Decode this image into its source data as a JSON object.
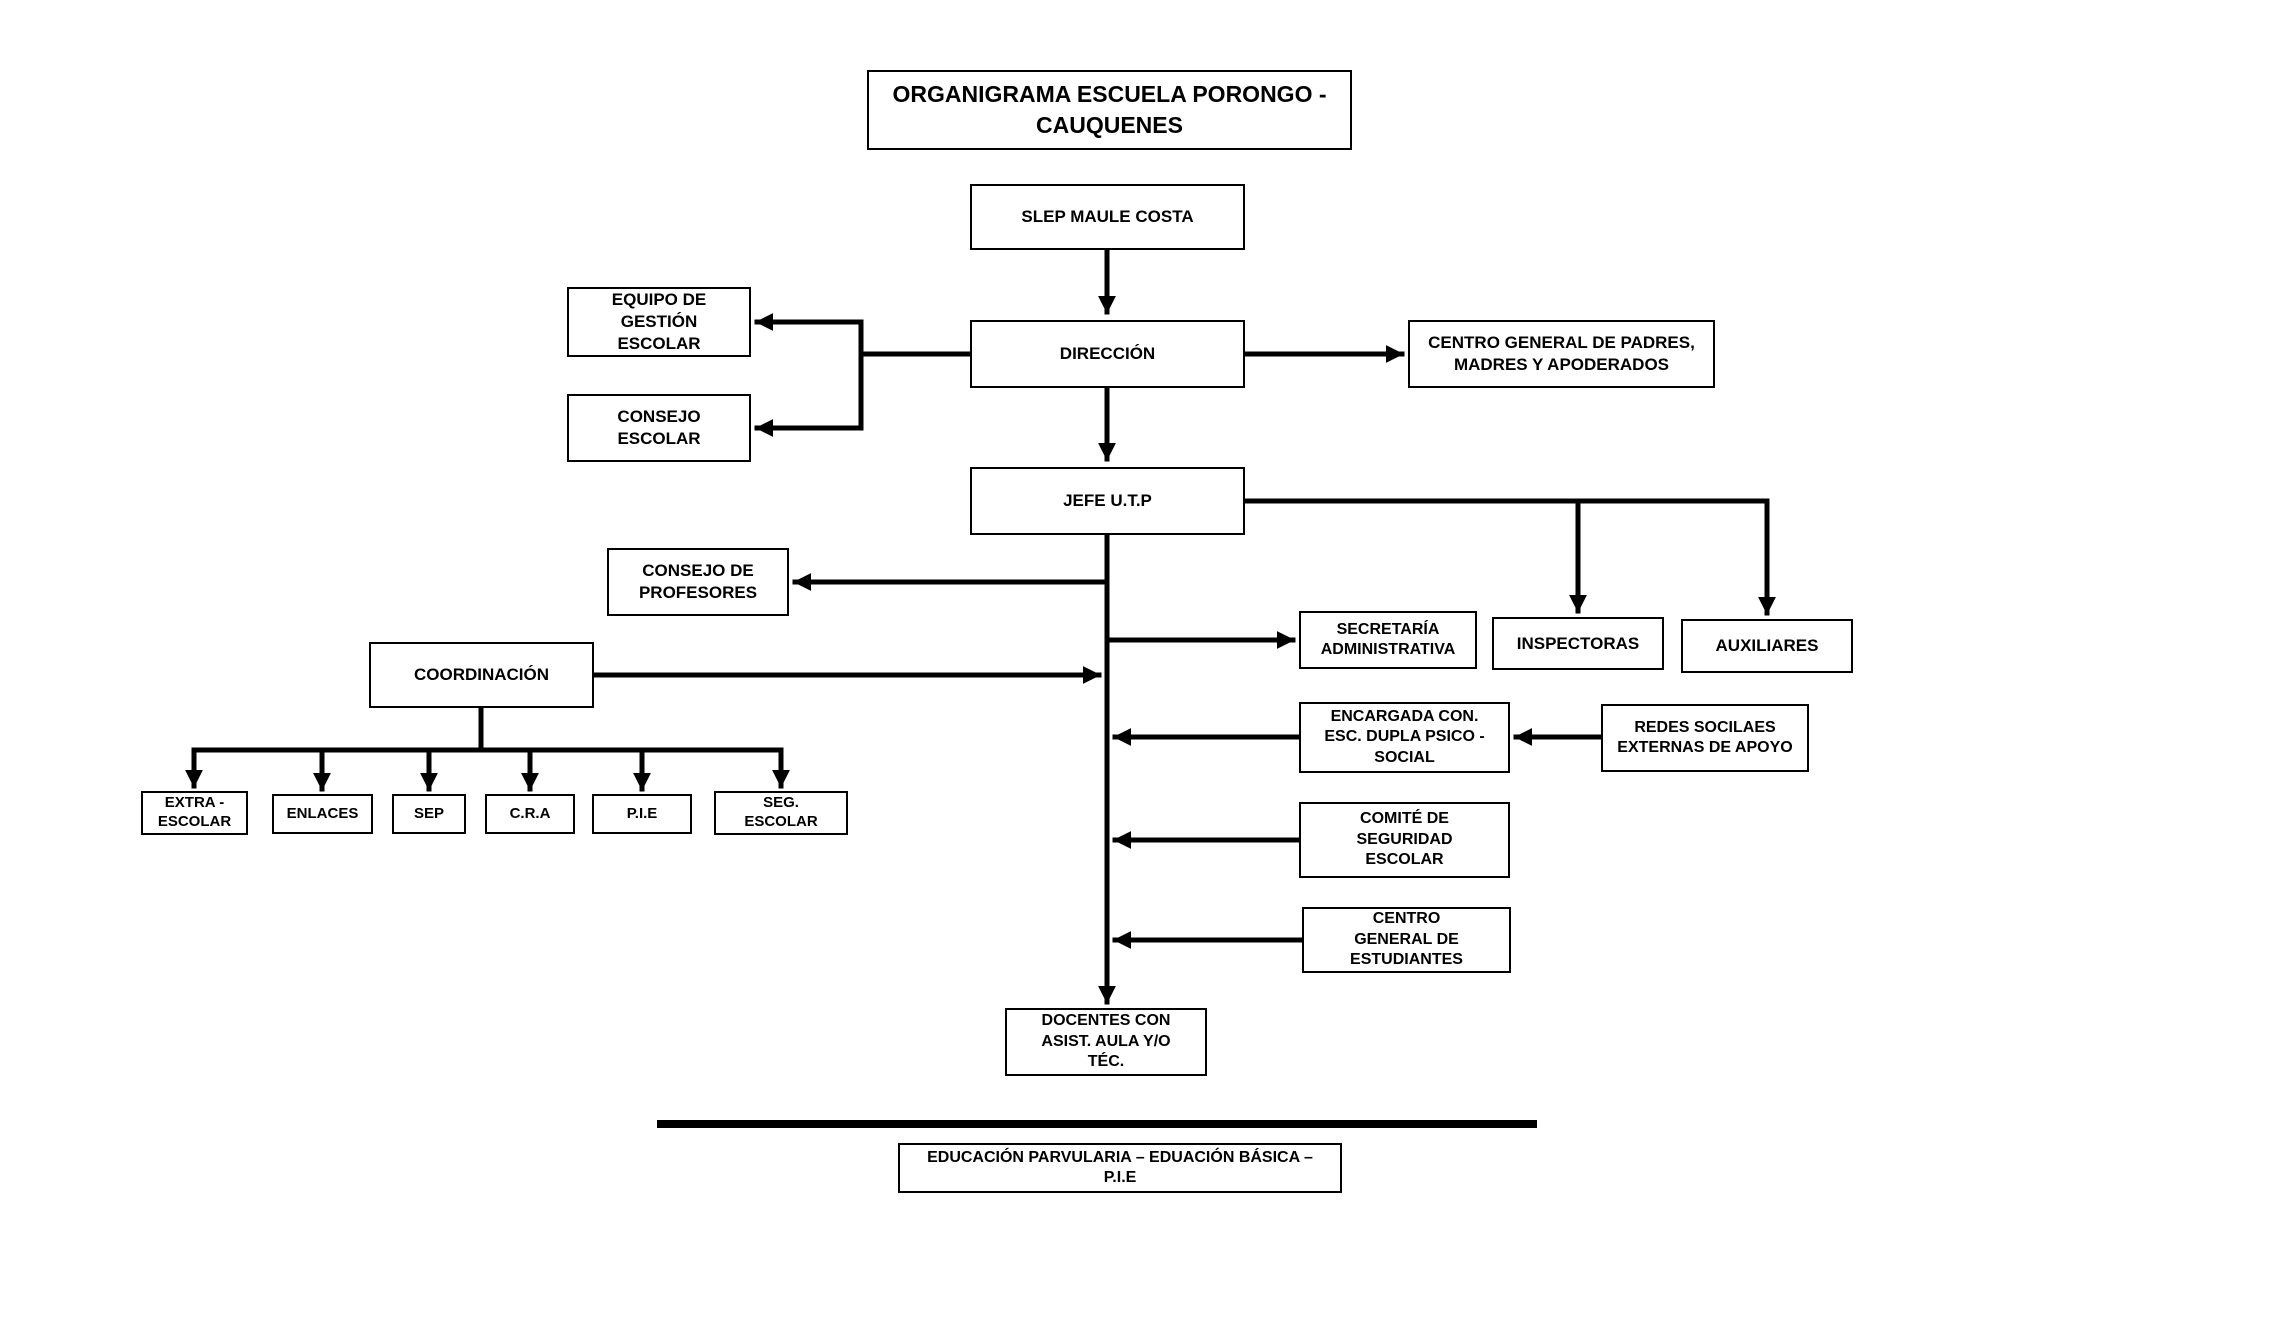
{
  "title": "ORGANIGRAMA ESCUELA PORONGO - CAUQUENES",
  "nodes": {
    "slep": "SLEP MAULE COSTA",
    "direccion": "DIRECCIÓN",
    "equipo_gestion": "EQUIPO DE GESTIÓN ESCOLAR",
    "consejo_escolar": "CONSEJO ESCOLAR",
    "centro_padres": "CENTRO GENERAL DE PADRES, MADRES Y APODERADOS",
    "jefe_utp": "JEFE U.T.P",
    "consejo_profesores": "CONSEJO DE PROFESORES",
    "secretaria_administrativa": "SECRETARÍA ADMINISTRATIVA",
    "inspectoras": "INSPECTORAS",
    "auxiliares": "AUXILIARES",
    "coordinacion": "COORDINACIÓN",
    "encargada_dupla": "ENCARGADA CON. ESC. DUPLA PSICO - SOCIAL",
    "redes_externas": "REDES SOCILAES EXTERNAS DE APOYO",
    "extra_escolar": "EXTRA - ESCOLAR",
    "enlaces": "ENLACES",
    "sep": "SEP",
    "cra": "C.R.A",
    "pie": "P.I.E",
    "seg_escolar": "SEG. ESCOLAR",
    "comite_seguridad": "COMITÉ DE SEGURIDAD ESCOLAR",
    "centro_estudiantes": "CENTRO GENERAL DE ESTUDIANTES",
    "docentes": "DOCENTES CON ASIST. AULA Y/O TÉC.",
    "niveles": "EDUCACIÓN PARVULARIA – EDUACIÓN BÁSICA – P.I.E"
  },
  "edges": [
    {
      "from": "slep",
      "to": "direccion"
    },
    {
      "from": "direccion",
      "to": "equipo_gestion"
    },
    {
      "from": "direccion",
      "to": "consejo_escolar"
    },
    {
      "from": "direccion",
      "to": "centro_padres"
    },
    {
      "from": "direccion",
      "to": "jefe_utp"
    },
    {
      "from": "jefe_utp",
      "to": "inspectoras"
    },
    {
      "from": "jefe_utp",
      "to": "auxiliares"
    },
    {
      "from": "jefe_utp",
      "to": "consejo_profesores"
    },
    {
      "from": "jefe_utp",
      "to": "secretaria_administrativa"
    },
    {
      "from": "coordinacion",
      "to": "jefe_utp"
    },
    {
      "from": "coordinacion",
      "to": "extra_escolar"
    },
    {
      "from": "coordinacion",
      "to": "enlaces"
    },
    {
      "from": "coordinacion",
      "to": "sep"
    },
    {
      "from": "coordinacion",
      "to": "cra"
    },
    {
      "from": "coordinacion",
      "to": "pie"
    },
    {
      "from": "coordinacion",
      "to": "seg_escolar"
    },
    {
      "from": "encargada_dupla",
      "to": "jefe_utp"
    },
    {
      "from": "redes_externas",
      "to": "encargada_dupla"
    },
    {
      "from": "comite_seguridad",
      "to": "jefe_utp"
    },
    {
      "from": "centro_estudiantes",
      "to": "jefe_utp"
    },
    {
      "from": "jefe_utp",
      "to": "docentes"
    },
    {
      "from": "docentes",
      "to": "niveles"
    }
  ],
  "colors": {
    "line": "#000000",
    "box_border": "#000000",
    "background": "#ffffff",
    "text": "#000000"
  }
}
